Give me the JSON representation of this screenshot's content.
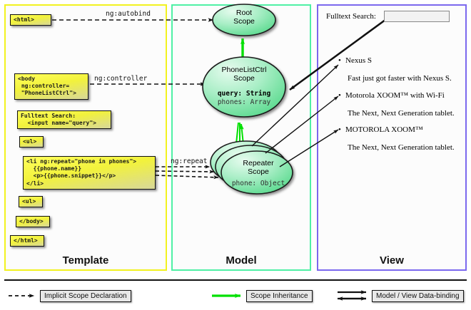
{
  "columns": [
    {
      "label": "Template",
      "accent": "#f2f21f"
    },
    {
      "label": "Model",
      "accent": "#4ff0a5"
    },
    {
      "label": "View",
      "accent": "#7b68ee"
    }
  ],
  "template": {
    "boxes": [
      {
        "name": "html-open-tag",
        "text": "<html>"
      },
      {
        "name": "body-open-tag",
        "text": "<body\n ng:controller=\n \"PhoneListCtrl\">"
      },
      {
        "name": "fulltext-search-markup",
        "text": "Fulltext Search:\n  <input name=\"query\">"
      },
      {
        "name": "ul-open-tag",
        "text": "<ul>"
      },
      {
        "name": "li-repeat-markup",
        "text": "<li ng:repeat=\"phone in phones\">\n  {{phone.name}}\n  <p>{{phone.snippet}}</p>\n</li>"
      },
      {
        "name": "ul-close-tag",
        "text": "<ul>"
      },
      {
        "name": "body-close-tag",
        "text": "</body>"
      },
      {
        "name": "html-close-tag",
        "text": "</html>"
      }
    ]
  },
  "edge_labels": [
    {
      "name": "ng-autobind-label",
      "text": "ng:autobind"
    },
    {
      "name": "ng-controller-label",
      "text": "ng:controller"
    },
    {
      "name": "ng-repeat-label",
      "text": "ng:repeat"
    }
  ],
  "model": {
    "scopes": [
      {
        "name": "root-scope",
        "title_lines": [
          "Root",
          "Scope"
        ],
        "properties": []
      },
      {
        "name": "phonelistctrl-scope",
        "title_lines": [
          "PhoneListCtrl",
          "Scope"
        ],
        "properties": [
          {
            "text": "query: String",
            "bold": true
          },
          {
            "text": "phones: Array",
            "bold": false
          }
        ]
      },
      {
        "name": "repeater-scope",
        "title_lines": [
          "Repeater",
          "Scope"
        ],
        "properties": [
          {
            "text": "phone: Object",
            "bold": false
          }
        ]
      }
    ],
    "fill_start": "#d9f7e2",
    "fill_end": "#5fdd92"
  },
  "view": {
    "search_label": "Fulltext Search:",
    "search_value": "",
    "phones": [
      {
        "name": "Nexus S",
        "snippet": "Fast just got faster with Nexus S."
      },
      {
        "name": "Motorola XOOM™  with Wi-Fi",
        "snippet": "The Next, Next Generation tablet."
      },
      {
        "name": "MOTOROLA XOOM™",
        "snippet": "The Next, Next Generation tablet."
      }
    ],
    "bullet_glyph": "•"
  },
  "legend": [
    {
      "name": "legend-implicit-scope-declaration",
      "label": "Implicit Scope Declaration",
      "style": "dashed",
      "color": "#111111"
    },
    {
      "name": "legend-scope-inheritance",
      "label": "Scope Inheritance",
      "style": "solid",
      "color": "#00e000"
    },
    {
      "name": "legend-model-view-data-binding",
      "label": "Model / View Data-binding",
      "style": "double",
      "color": "#111111"
    }
  ]
}
